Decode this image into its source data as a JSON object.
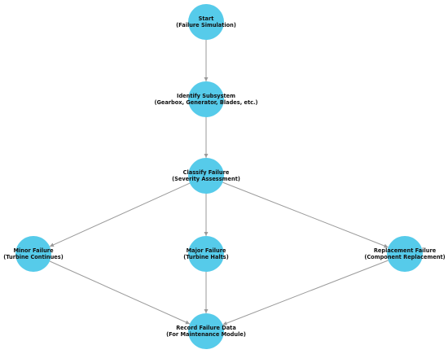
{
  "colors": {
    "node_fill": "#56cbea",
    "edge": "#9a9a9a",
    "text": "#111111",
    "background": "#ffffff"
  },
  "nodes": [
    {
      "id": "start",
      "line1": "Start",
      "line2": "(Failure Simulation)"
    },
    {
      "id": "identify",
      "line1": "Identify Subsystem",
      "line2": "(Gearbox, Generator, Blades, etc.)"
    },
    {
      "id": "classify",
      "line1": "Classify Failure",
      "line2": "(Severity Assessment)"
    },
    {
      "id": "minor",
      "line1": "Minor Failure",
      "line2": "(Turbine Continues)"
    },
    {
      "id": "major",
      "line1": "Major Failure",
      "line2": "(Turbine Halts)"
    },
    {
      "id": "replacement",
      "line1": "Replacement Failure",
      "line2": "(Component Replacement)"
    },
    {
      "id": "record",
      "line1": "Record Failure Data",
      "line2": "(For Maintenance Module)"
    }
  ],
  "edges": [
    {
      "from": "start",
      "to": "identify"
    },
    {
      "from": "identify",
      "to": "classify"
    },
    {
      "from": "classify",
      "to": "minor"
    },
    {
      "from": "classify",
      "to": "major"
    },
    {
      "from": "classify",
      "to": "replacement"
    },
    {
      "from": "minor",
      "to": "record"
    },
    {
      "from": "major",
      "to": "record"
    },
    {
      "from": "replacement",
      "to": "record"
    }
  ]
}
